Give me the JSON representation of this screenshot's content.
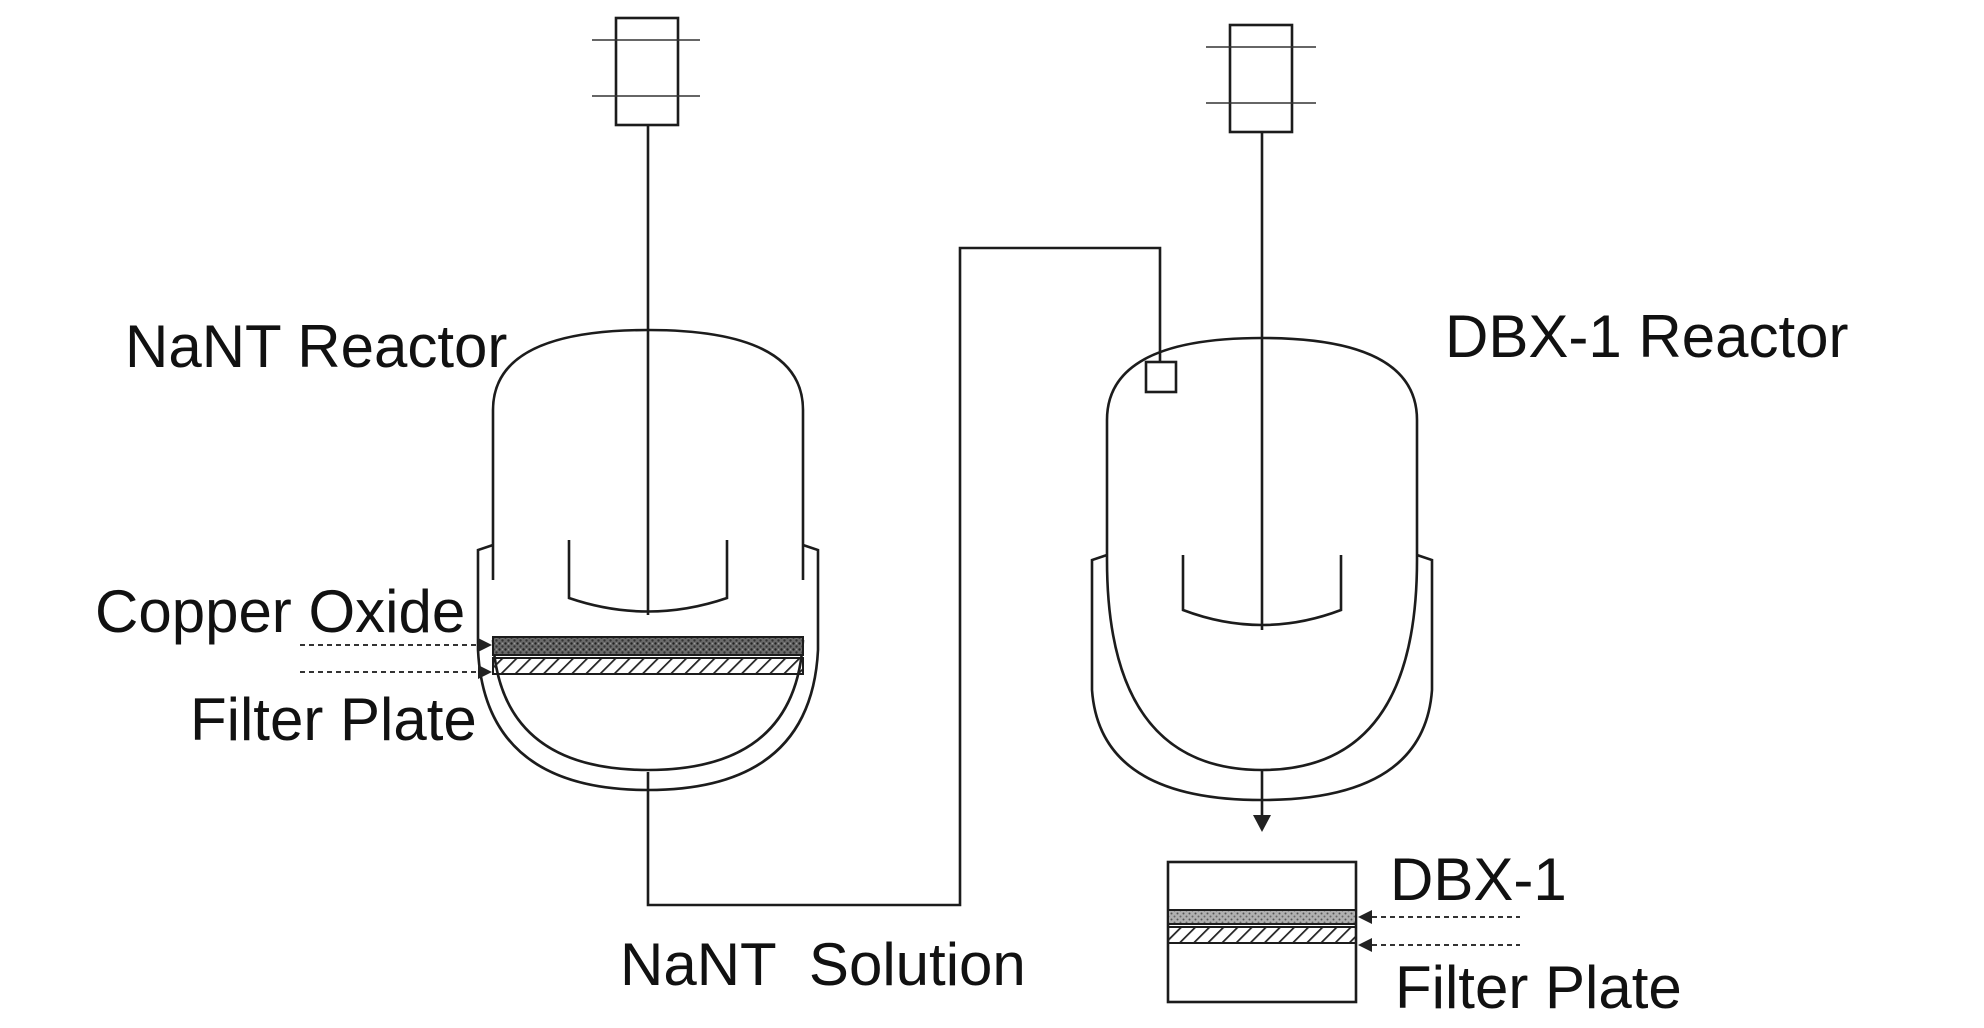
{
  "labels": {
    "nant_reactor": "NaNT Reactor",
    "dbx1_reactor": "DBX-1 Reactor",
    "copper_oxide": "Copper Oxide",
    "filter_plate_left": "Filter Plate",
    "nant_solution": "NaNT  Solution",
    "dbx1": "DBX-1",
    "filter_plate_right": "Filter Plate"
  },
  "colors": {
    "line": "#1c1c1c",
    "text": "#111111",
    "background": "#ffffff"
  }
}
